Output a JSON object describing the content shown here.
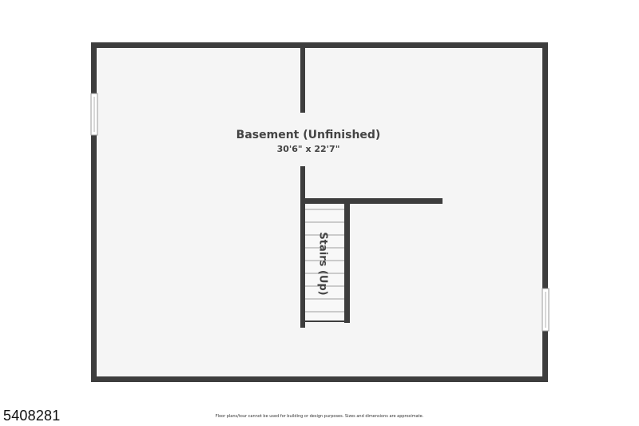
{
  "room": {
    "name": "Basement (Unfinished)",
    "dimensions": "30'6\" x 22'7\""
  },
  "stairs": {
    "label": "Stairs (Up)"
  },
  "footer": {
    "listing_id": "5408281",
    "disclaimer": "Floor plans/tour cannot be used for building or design purposes. Sizes and dimensions are approximate."
  },
  "colors": {
    "wall": "#3d3d3d",
    "floor": "#f5f5f5",
    "text": "#444444"
  }
}
